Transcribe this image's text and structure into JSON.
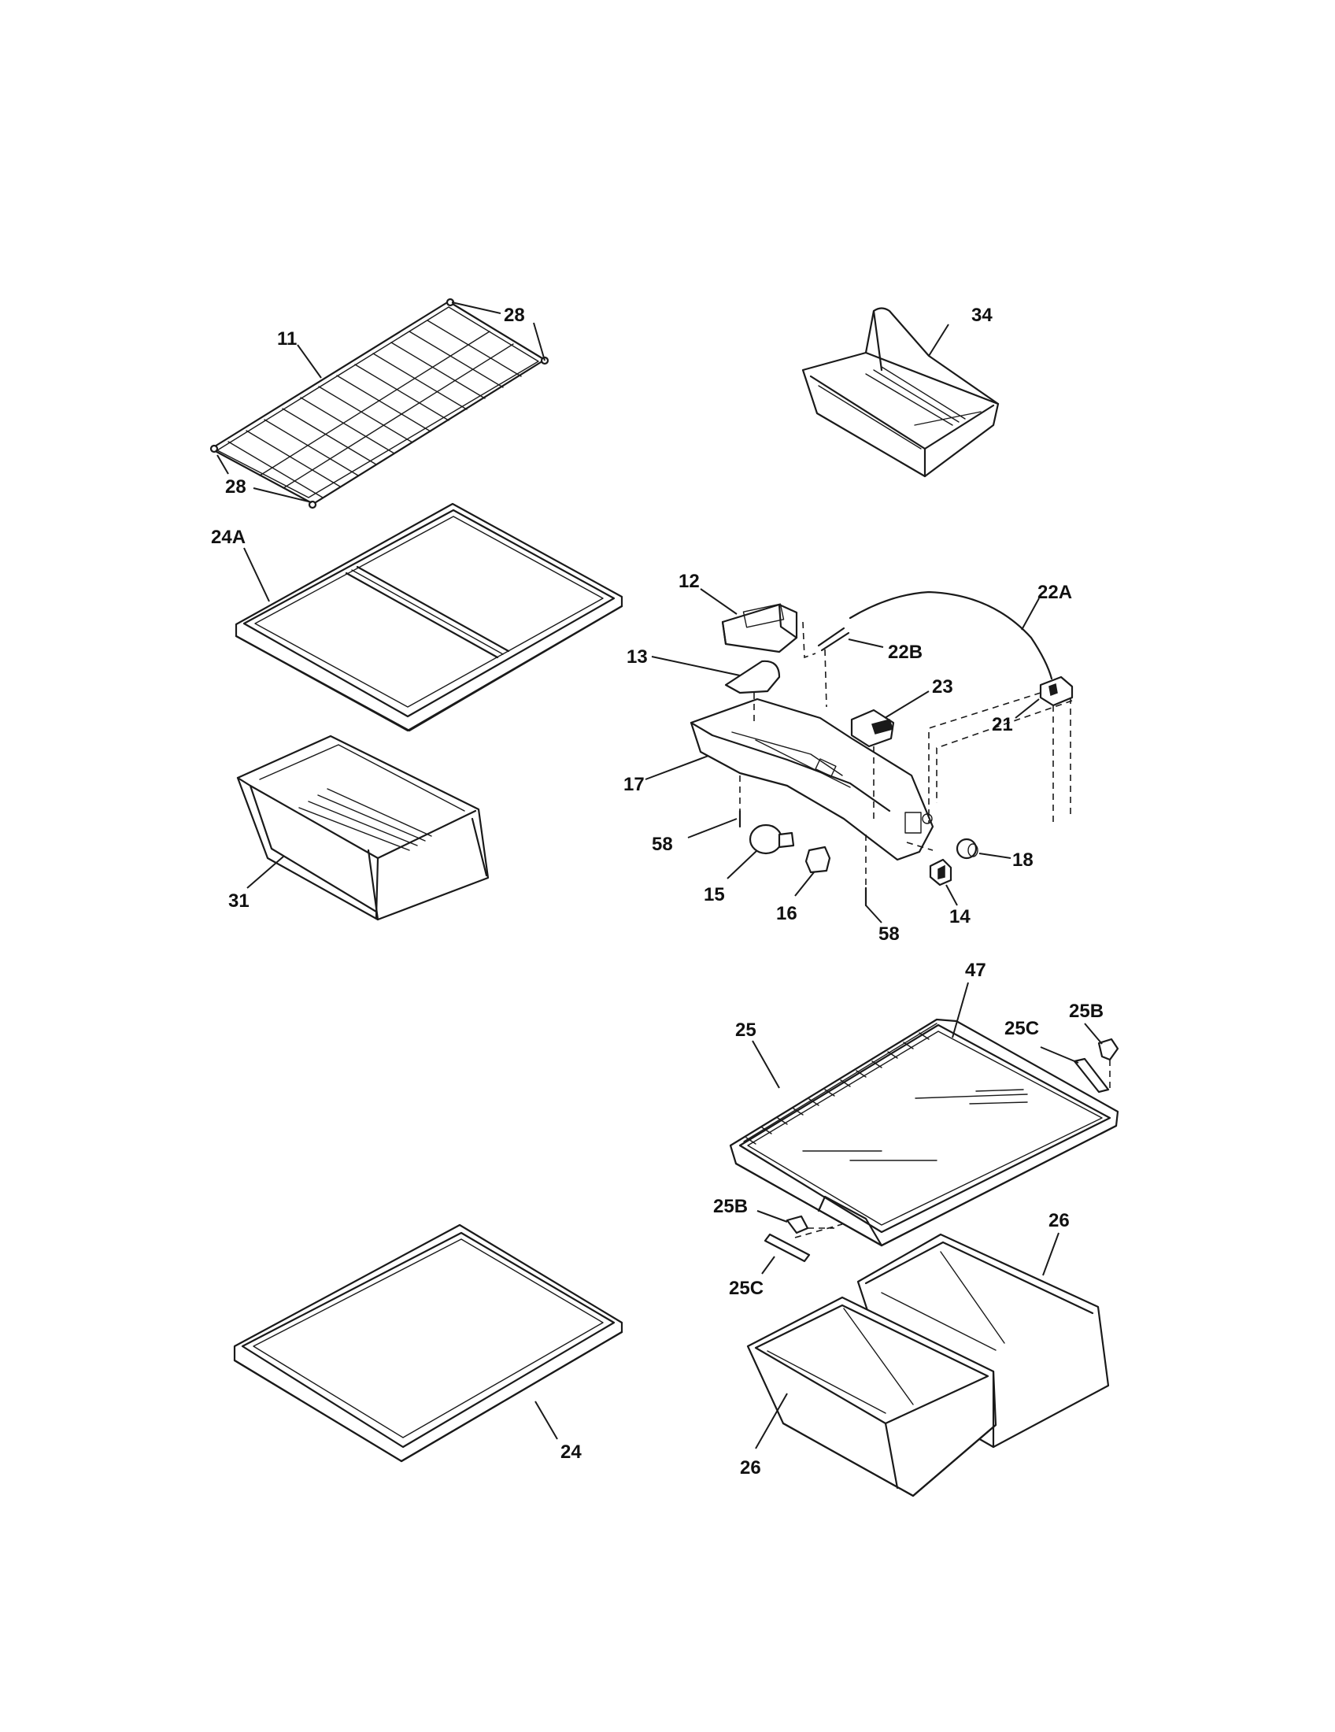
{
  "callouts": {
    "c11": "11",
    "c28a": "28",
    "c28b": "28",
    "c34": "34",
    "c24A": "24A",
    "c12": "12",
    "c22A": "22A",
    "c22B": "22B",
    "c13": "13",
    "c23": "23",
    "c21": "21",
    "c17": "17",
    "c58a": "58",
    "c58b": "58",
    "c31": "31",
    "c15": "15",
    "c16": "16",
    "c18": "18",
    "c14": "14",
    "c47": "47",
    "c25": "25",
    "c25B_top": "25B",
    "c25C_top": "25C",
    "c25B_bot": "25B",
    "c25C_bot": "25C",
    "c26a": "26",
    "c26b": "26",
    "c24": "24"
  },
  "icons": {
    "wire-shelf": "wire-shelf-icon",
    "door-bin": "door-bin-icon",
    "glass-shelf": "glass-shelf-icon",
    "crisper-drawer": "crisper-drawer-icon",
    "control-housing": "control-housing-icon",
    "light-bulb": "light-bulb-icon",
    "thermostat": "thermostat-icon"
  }
}
